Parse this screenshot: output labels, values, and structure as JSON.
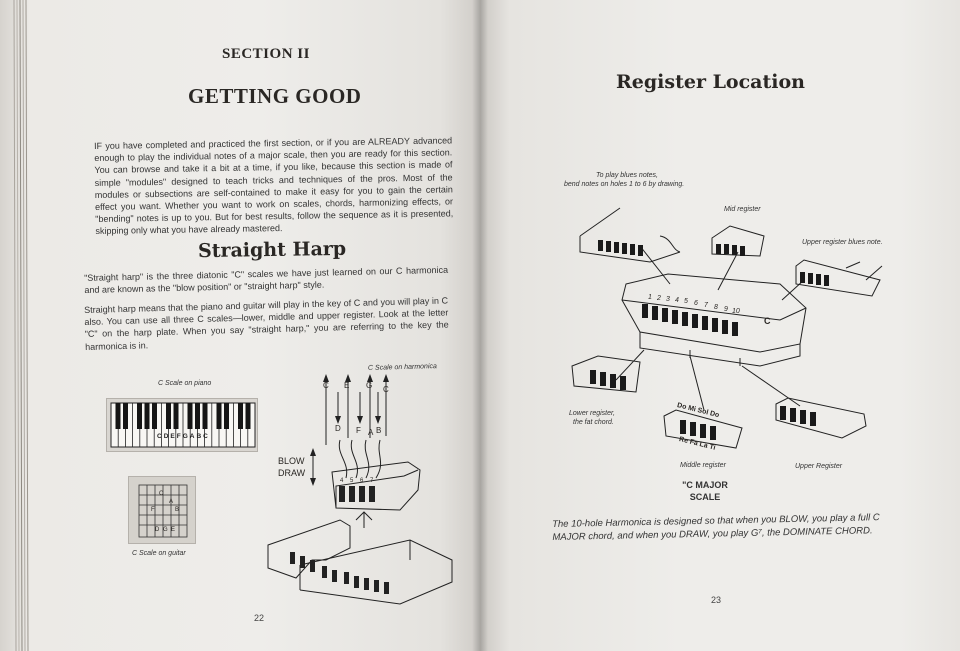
{
  "left_page": {
    "section_label": "SECTION II",
    "chapter_title": "GETTING GOOD",
    "intro_text": "IF you have completed and practiced the first section, or if you are ALREADY advanced enough to play the individual notes of a major scale, then you are ready for this section. You can browse and take it a bit at a time, if you like, because this section is made of simple \"modules\" designed to teach tricks and techniques of the pros. Most of the modules or subsections are self-contained to make it easy for you to gain the certain effect you want. Whether you want to work on scales, chords, harmonizing effects, or \"bending\" notes is up to you. But for best results, follow the sequence as it is presented, skipping only what you have already mastered.",
    "subheading": "Straight Harp",
    "paragraph_1": "\"Straight harp\" is the three diatonic \"C\" scales we have just learned on our C harmonica and are known as the \"blow position\" or \"straight harp\" style.",
    "paragraph_2": "Straight harp means that the piano and guitar will play in the key of C and you will play in C also. You can use all three C scales—lower, middle and upper register. Look at the letter \"C\" on the harp plate. When you say \"straight harp,\" you are referring to the key the harmonica is in.",
    "caption_piano": "C Scale on piano",
    "caption_harmonica": "C Scale on harmonica",
    "caption_guitar": "C Scale on guitar",
    "piano_key_letters": "CDEFGABC",
    "guitar_letters": [
      "C",
      "A",
      "F",
      "B",
      "D",
      "G",
      "E"
    ],
    "harmonica_notes_blow": [
      "C",
      "E",
      "G",
      "C"
    ],
    "harmonica_notes_draw": [
      "D",
      "F",
      "A",
      "B"
    ],
    "hole_numbers": [
      "4",
      "5",
      "6",
      "7"
    ],
    "blow_label": "BLOW",
    "draw_label": "DRAW",
    "page_number": "22"
  },
  "right_page": {
    "title": "Register Location",
    "blues_note_line1": "To play blues notes,",
    "blues_note_line2": "bend notes on holes 1 to 6 by drawing.",
    "mid_register_label": "Mid register",
    "upper_blues_label": "Upper register blues note.",
    "lower_register_line1": "Lower register,",
    "lower_register_line2": "the fat chord.",
    "middle_register_label": "Middle register",
    "upper_register_label": "Upper Register",
    "solfege_top": "Do Mi Sol Do",
    "solfege_bottom": "Re Fa La Ti",
    "scale_caption_line1": "\"C MAJOR",
    "scale_caption_line2": "SCALE",
    "body_caption": "The 10-hole Harmonica is designed so that when you BLOW, you play a full C MAJOR chord, and when you DRAW, you play G⁷, the DOMINATE CHORD.",
    "center_hole_numbers": [
      "1",
      "2",
      "3",
      "4",
      "5",
      "6",
      "7",
      "8",
      "9",
      "10"
    ],
    "plate_letter": "C",
    "page_number": "23"
  }
}
